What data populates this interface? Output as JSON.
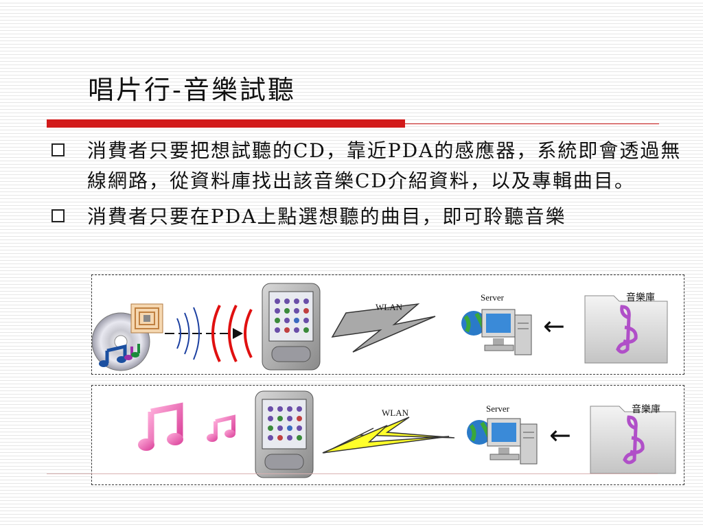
{
  "slide": {
    "title": "唱片行-音樂試聽",
    "bullets": [
      {
        "text": "消費者只要把想試聽的CD，靠近PDA的感應器，系統即會透過無線網路，從資料庫找出該音樂CD介紹資料，以及專輯曲目。"
      },
      {
        "text": "消費者只要在PDA上點選想聽的曲目，即可聆聽音樂"
      }
    ]
  },
  "diagram_top": {
    "network_label": "WLAN",
    "server_label": "Server",
    "library_label": "音樂庫",
    "arrow_glyph": "←"
  },
  "diagram_bottom": {
    "network_label": "WLAN",
    "server_label": "Server",
    "library_label": "音樂庫",
    "arrow_glyph": "←"
  },
  "colors": {
    "accent_red": "#d21a1a",
    "lightning_gray": "#a9a9a9",
    "lightning_yellow": "#ffff2a",
    "note_pink": "#e85aa8",
    "clef_purple": "#b04fc8"
  }
}
